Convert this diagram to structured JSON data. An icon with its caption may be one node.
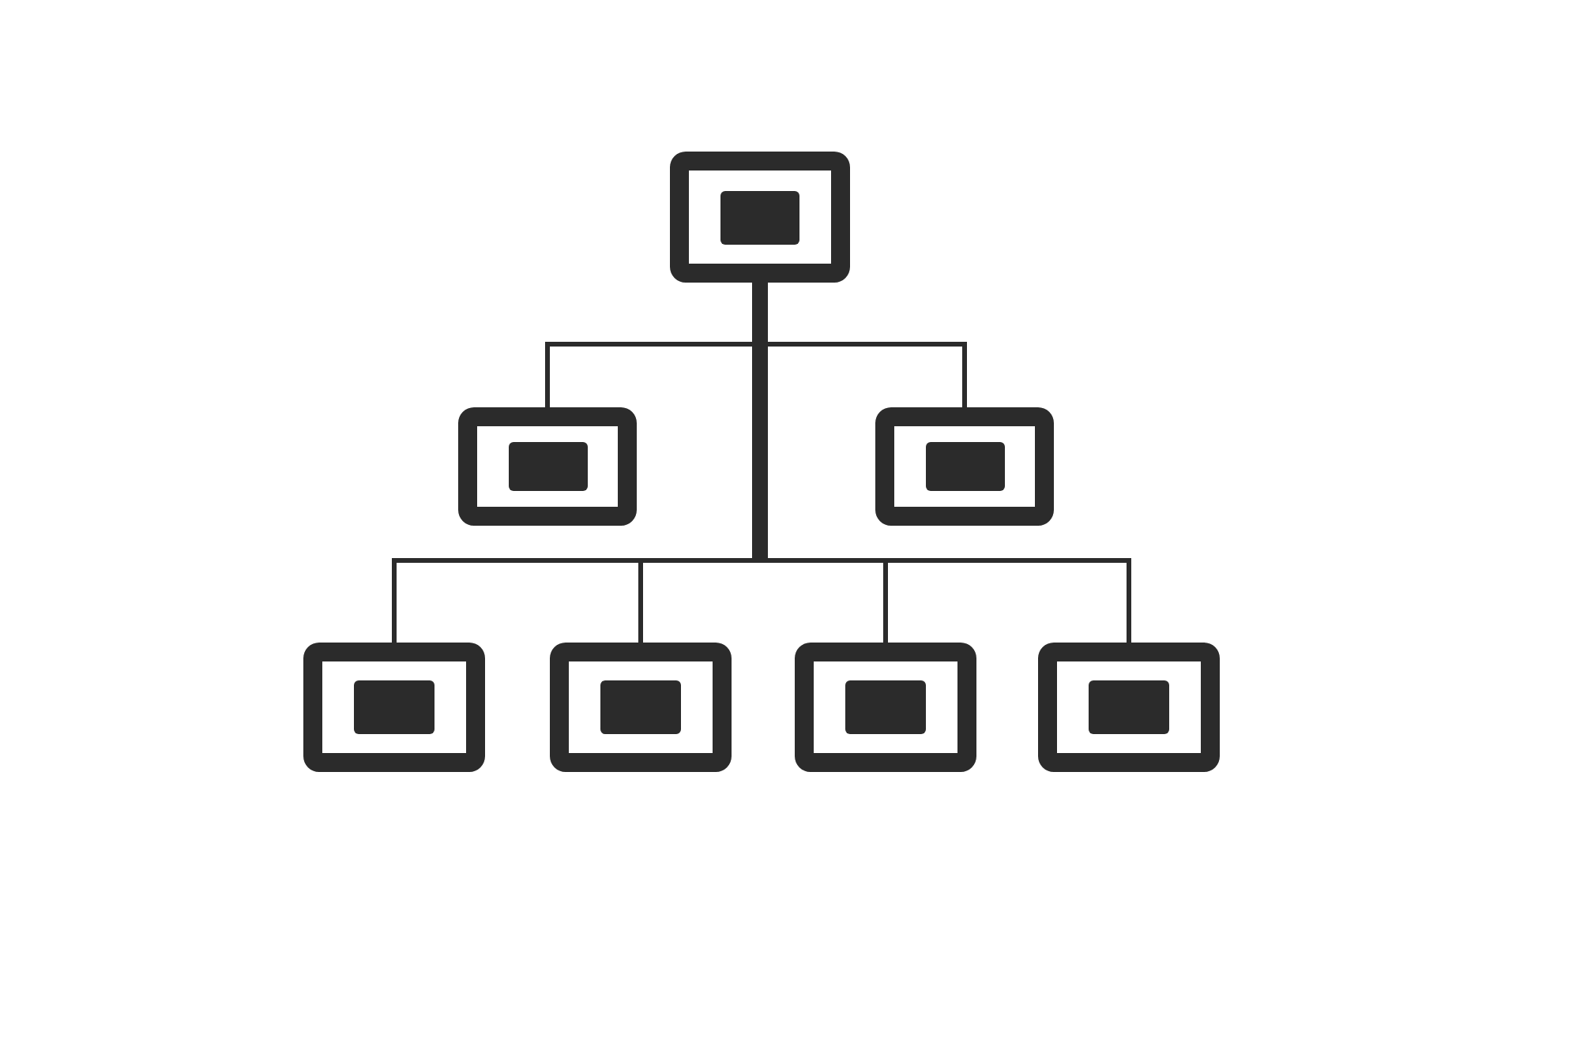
{
  "diagram": {
    "nodes": [
      {
        "text": [],
        "shape": "box"
      },
      {
        "text": [],
        "shape": "box"
      },
      {
        "text": [],
        "shape": "box"
      },
      {
        "text": [],
        "shape": "box"
      },
      {
        "text": [],
        "shape": "box"
      },
      {
        "text": [],
        "shape": "box"
      },
      {
        "text": [],
        "shape": "box"
      }
    ],
    "edges": [
      {
        "from": 0,
        "to": 1,
        "arrow": "none"
      },
      {
        "from": 0,
        "to": 2,
        "arrow": "none"
      },
      {
        "from": 0,
        "to": 3,
        "arrow": "none"
      },
      {
        "from": 0,
        "to": 4,
        "arrow": "none"
      },
      {
        "from": 0,
        "to": 5,
        "arrow": "none"
      },
      {
        "from": 0,
        "to": 6,
        "arrow": "none"
      }
    ]
  }
}
